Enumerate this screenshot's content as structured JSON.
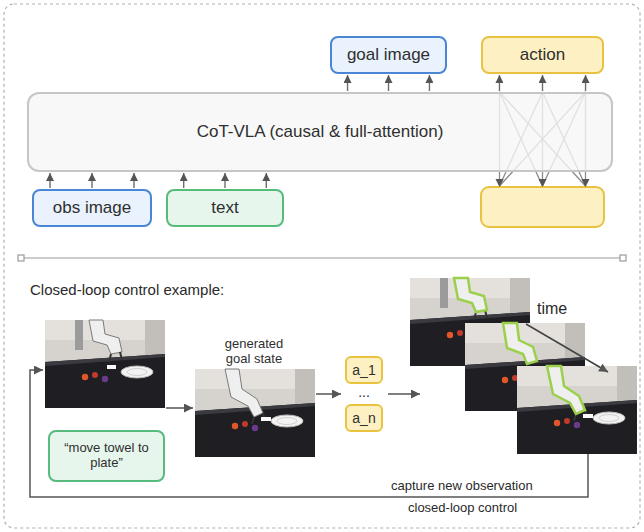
{
  "diagram": {
    "nodes": [
      {
        "text": [
          "goal image"
        ]
      },
      {
        "text": [
          "action"
        ]
      },
      {
        "text": [
          "CoT-VLA (causal & full-attention)"
        ]
      },
      {
        "text": [
          "obs image"
        ]
      },
      {
        "text": [
          "text"
        ]
      },
      {
        "text": [
          "generated goal state"
        ]
      },
      {
        "text": [
          "a_1"
        ]
      },
      {
        "text": [
          "a_n"
        ]
      },
      {
        "text": [
          "“move towel to plate”"
        ]
      }
    ],
    "edges": [
      {
        "from": 3,
        "to": 2,
        "arrow": "to"
      },
      {
        "from": 4,
        "to": 2,
        "arrow": "to"
      },
      {
        "from": 2,
        "to": 0,
        "arrow": "to"
      },
      {
        "from": 2,
        "to": 1,
        "arrow": "to"
      }
    ],
    "labels": [
      "Closed-loop control example:",
      "time",
      "...",
      "capture new observation",
      "closed-loop control"
    ]
  }
}
